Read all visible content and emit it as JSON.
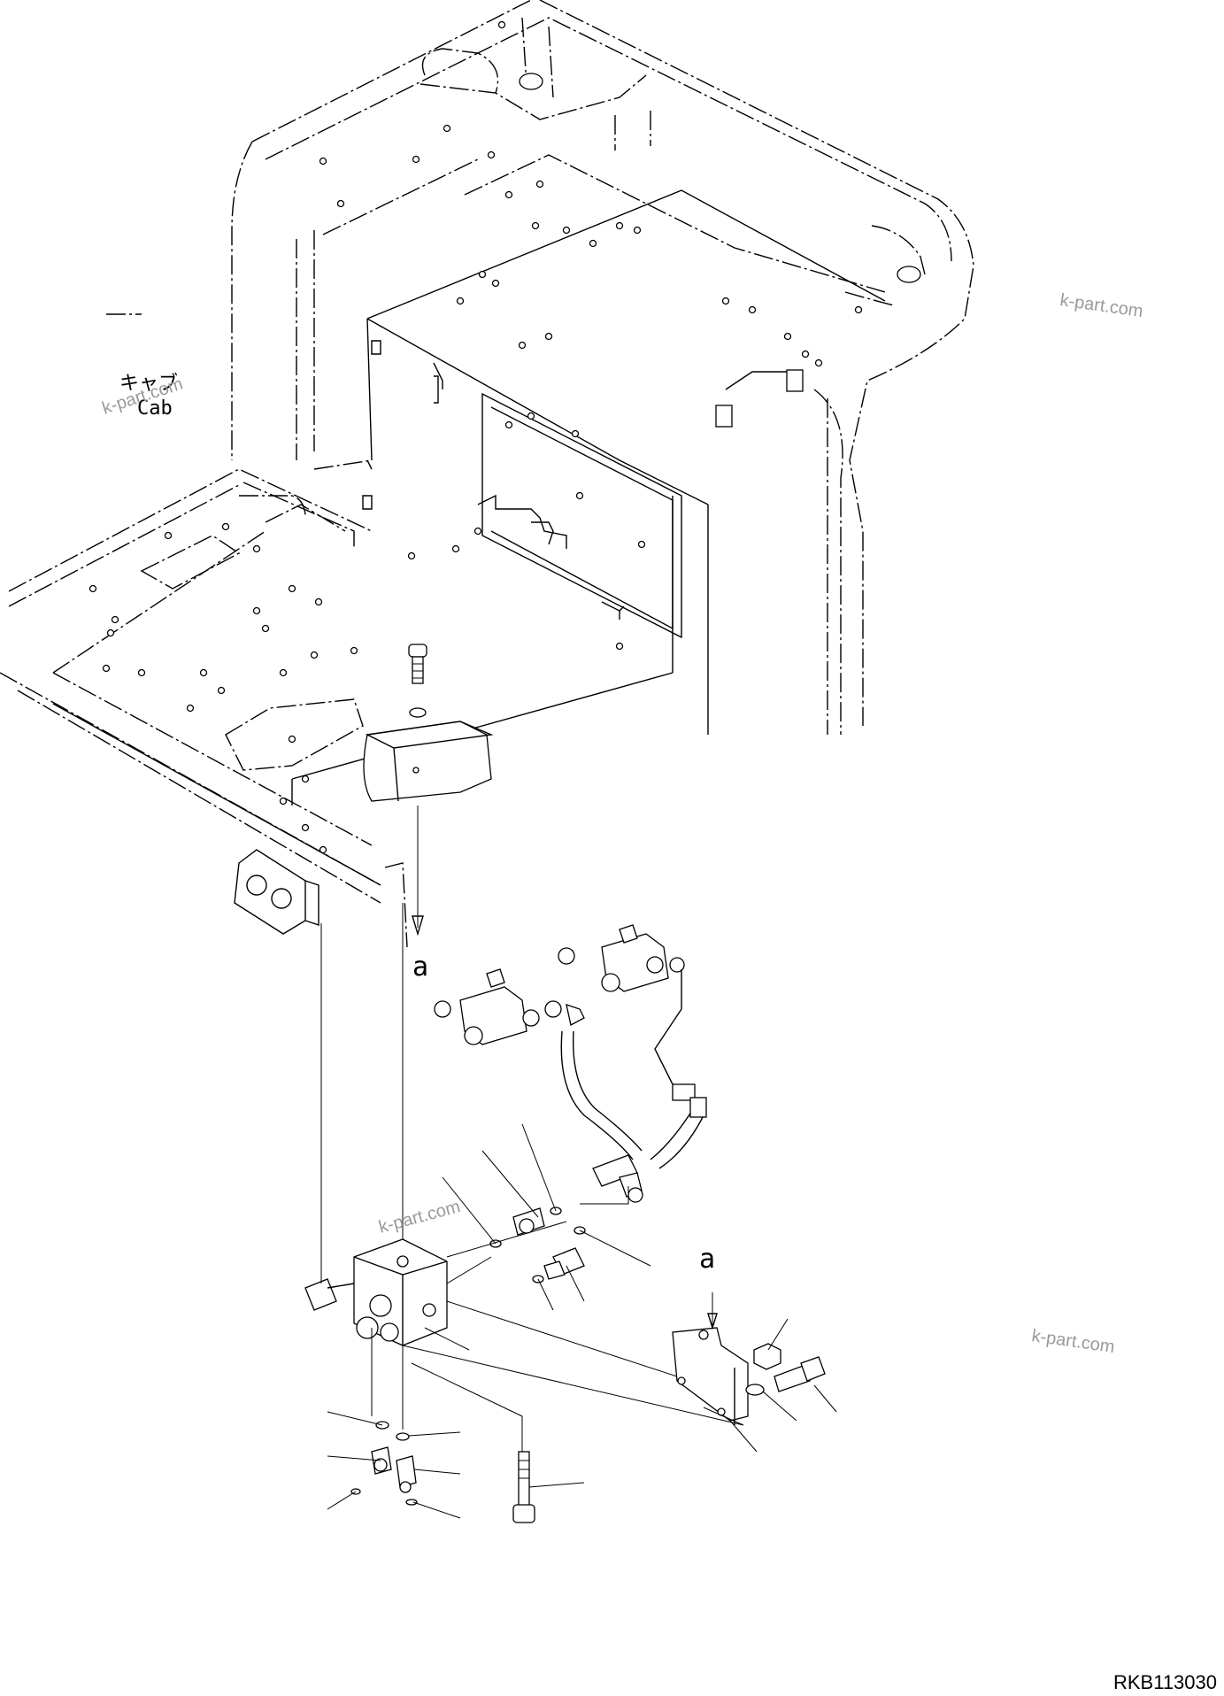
{
  "diagram": {
    "cab_label_jp": "キャブ",
    "cab_label_en": "Cab",
    "view_marker_top": "a",
    "view_marker_bracket": "a",
    "watermarks": [
      "k-part.com",
      "k-part.com",
      "k-part.com",
      "k-part.com"
    ],
    "drawing_code": "RKB113030"
  }
}
